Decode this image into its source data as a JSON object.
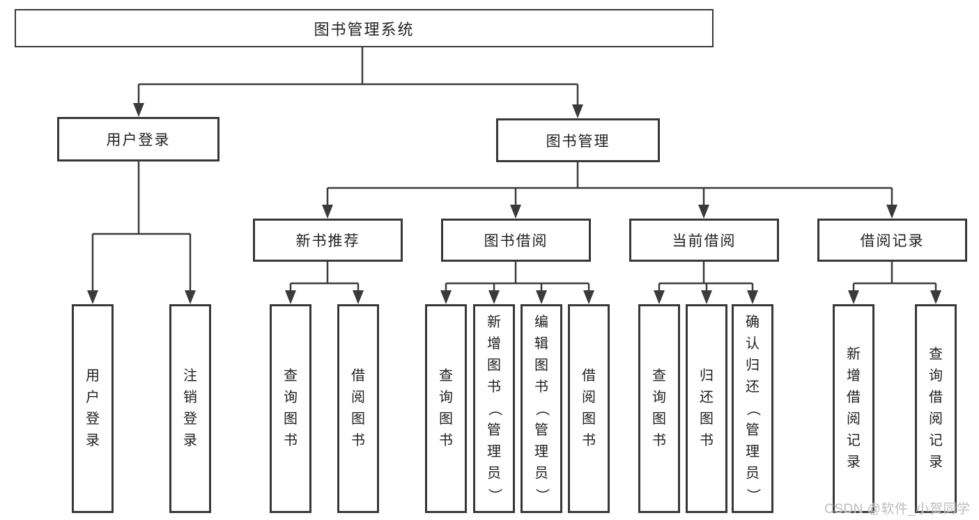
{
  "diagram": {
    "root": {
      "label": "图书管理系统"
    },
    "branches": [
      {
        "label": "用户登录",
        "children": [
          "用户登录",
          "注销登录"
        ]
      },
      {
        "label": "图书管理",
        "sections": [
          {
            "label": "新书推荐",
            "children": [
              "查询图书",
              "借阅图书"
            ]
          },
          {
            "label": "图书借阅",
            "children": [
              "查询图书",
              "新增图书（管理员）",
              "编辑图书（管理员）",
              "借阅图书"
            ]
          },
          {
            "label": "当前借阅",
            "children": [
              "查询图书",
              "归还图书",
              "确认归还（管理员）"
            ]
          },
          {
            "label": "借阅记录",
            "children": [
              "新增借阅记录",
              "查询借阅记录"
            ]
          }
        ]
      }
    ]
  },
  "watermark": {
    "text": "CSDN @软件_小贺同学"
  },
  "colors": {
    "line": "#3a3a3a",
    "box_border": "#373737",
    "text": "#1f1f1f",
    "watermark": "#bdbdbd",
    "background": "#ffffff"
  }
}
